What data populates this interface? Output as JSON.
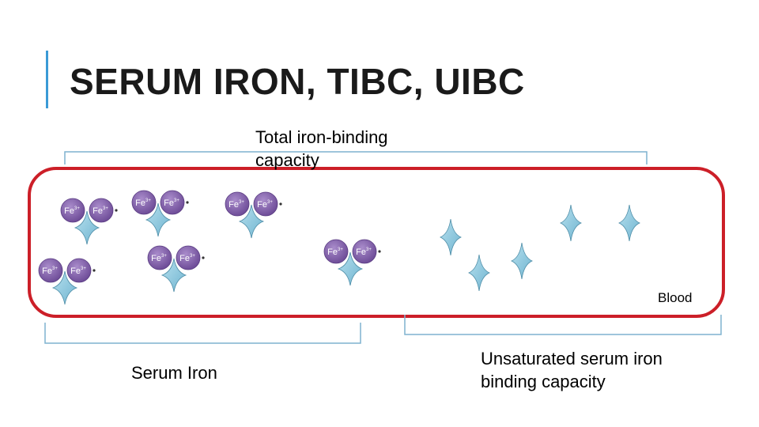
{
  "slide": {
    "title": "SERUM IRON, TIBC, UIBC",
    "accent_color": "#3b9ad6"
  },
  "labels": {
    "tibc": "Total iron-binding capacity",
    "serum_iron": "Serum Iron",
    "uibc": "Unsaturated serum iron binding capacity",
    "blood": "Blood"
  },
  "diagram": {
    "iron_label": "Fe",
    "iron_charge": "3+",
    "vessel_color": "#cc1f28",
    "iron_color": "#7e5aa6",
    "transferrin_color": "#8ec9e0",
    "bound_transferrin_count": 6,
    "unbound_transferrin_count": 5
  }
}
